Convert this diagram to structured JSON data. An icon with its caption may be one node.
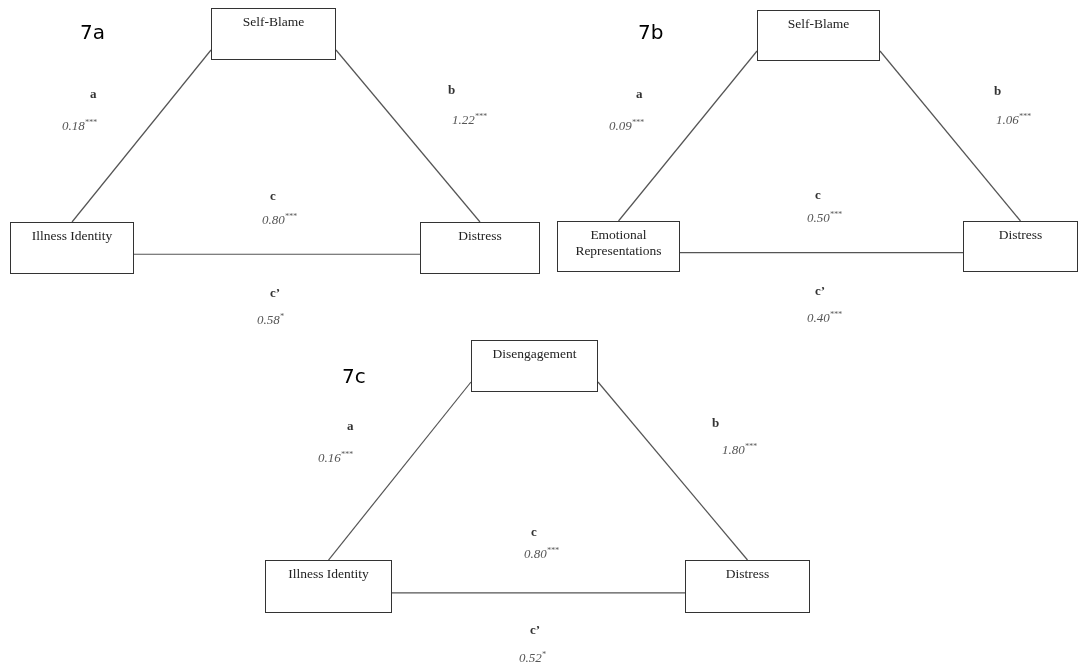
{
  "diagram": {
    "nodes": [
      {
        "text": [
          "Self-Blame"
        ]
      },
      {
        "text": [
          "Self-Blame"
        ]
      },
      {
        "text": [
          "Illness Identity"
        ]
      },
      {
        "text": [
          "Distress"
        ]
      },
      {
        "text": [
          "Emotional Representations"
        ]
      },
      {
        "text": [
          "Distress"
        ]
      },
      {
        "text": [
          "Disengagement"
        ]
      },
      {
        "text": [
          "Illness Identity"
        ]
      },
      {
        "text": [
          "Distress"
        ]
      }
    ],
    "edges": [
      {
        "from": 2,
        "to": 0,
        "arrow": "none"
      },
      {
        "from": 0,
        "to": 3,
        "arrow": "none"
      },
      {
        "from": 2,
        "to": 3,
        "arrow": "none"
      },
      {
        "from": 4,
        "to": 1,
        "arrow": "none"
      },
      {
        "from": 1,
        "to": 5,
        "arrow": "none"
      },
      {
        "from": 4,
        "to": 5,
        "arrow": "none"
      },
      {
        "from": 7,
        "to": 6,
        "arrow": "none"
      },
      {
        "from": 6,
        "to": 8,
        "arrow": "none"
      },
      {
        "from": 7,
        "to": 8,
        "arrow": "none"
      }
    ],
    "labels": [
      "7a",
      "a",
      "0.18$^{***}$",
      "b",
      "1.22$^{***}$",
      "c",
      "0.80$^{***}$",
      "c’",
      "0.58$^{*}$",
      "7b",
      "a",
      "0.09$^{***}$",
      "b",
      "1.06$^{***}$",
      "c",
      "0.50$^{***}$",
      "c’",
      "0.40$^{***}$",
      "7c",
      "a",
      "0.16$^{***}$",
      "b",
      "1.80$^{***}$",
      "c",
      "0.80$^{***}$",
      "c’",
      "0.52$^{*}$"
    ]
  }
}
